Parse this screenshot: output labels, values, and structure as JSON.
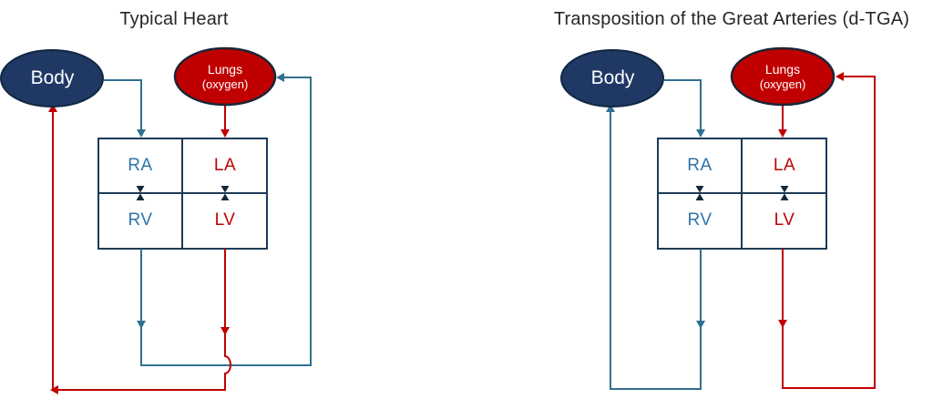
{
  "left_diagram": {
    "title": "Typical Heart",
    "body_label": "Body",
    "lungs_label_line1": "Lungs",
    "lungs_label_line2": "(oxygen)",
    "chambers": {
      "ra": "RA",
      "la": "LA",
      "rv": "RV",
      "lv": "LV"
    }
  },
  "right_diagram": {
    "title": "Transposition of the Great Arteries (d-TGA)",
    "body_label": "Body",
    "lungs_label_line1": "Lungs",
    "lungs_label_line2": "(oxygen)",
    "chambers": {
      "ra": "RA",
      "la": "LA",
      "rv": "RV",
      "lv": "LV"
    }
  },
  "colors": {
    "navy": "#1F3864",
    "grid_navy": "#1C3A57",
    "valve_navy": "#12283C",
    "flow_blue": "#31708F",
    "chamber_blue": "#2E74A8",
    "flow_red": "#C00000",
    "title_text": "#262626",
    "ellipse_text": "#FFFFFF",
    "background": "#FFFFFF"
  }
}
